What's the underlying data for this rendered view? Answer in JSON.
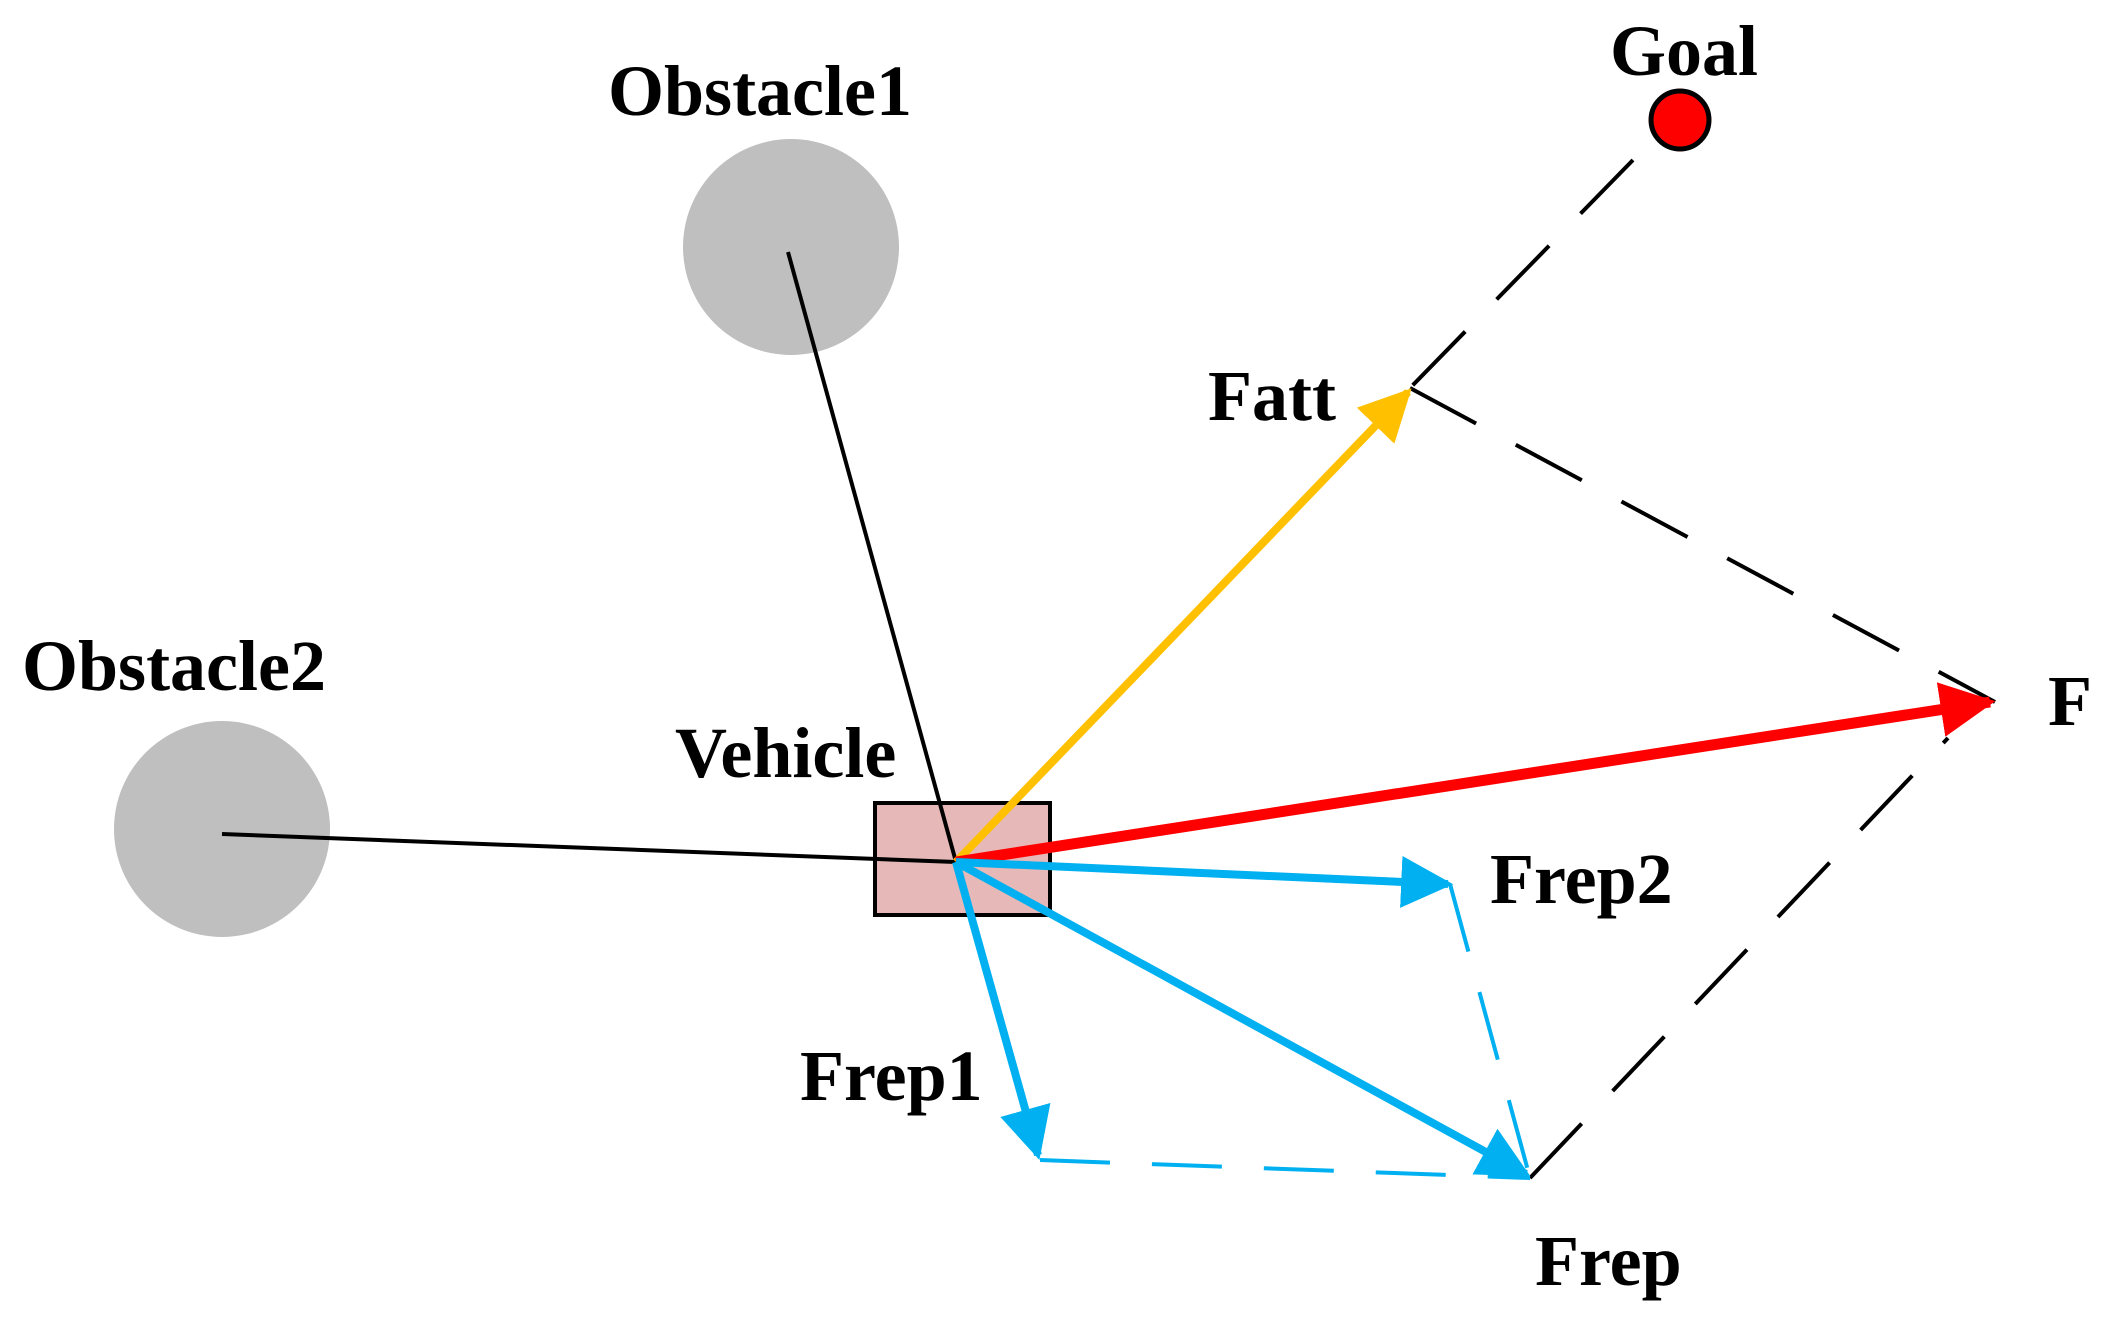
{
  "labels": {
    "goal": "Goal",
    "obstacle1": "Obstacle1",
    "obstacle2": "Obstacle2",
    "vehicle": "Vehicle",
    "fatt": "Fatt",
    "f": "F",
    "frep2": "Frep2",
    "frep1": "Frep1",
    "frep": "Frep"
  },
  "colors": {
    "obstacle_fill": "#bfbfbf",
    "goal_fill": "#ff0000",
    "vehicle_fill": "#e6b8b7",
    "attractive_force": "#ffc000",
    "resultant_force": "#ff0000",
    "repulsive_force": "#00b0f0",
    "construction_line": "#000000"
  }
}
